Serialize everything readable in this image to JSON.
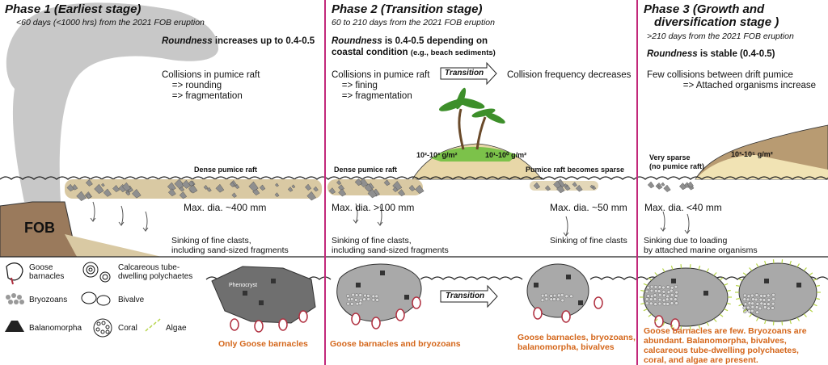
{
  "phase1": {
    "title": "Phase 1 (Earliest stage)",
    "subtitle": "<60 days (<1000 hrs) from the 2021 FOB eruption",
    "roundness_word": "Roundness",
    "roundness_rest": "increases up to 0.4-0.5",
    "collisions": "Collisions in pumice raft\n    => rounding\n    => fragmentation",
    "raft_label": "Dense pumice raft",
    "max_dia": "Max. dia. ~400 mm",
    "sinking": "Sinking of fine clasts,\nincluding sand-sized fragments",
    "volcano_label": "FOB",
    "phenocryst": "Phenocryst",
    "organisms": "Only Goose barnacles"
  },
  "phase2": {
    "title": "Phase 2 (Transition stage)",
    "subtitle": "60 to 210 days from the 2021 FOB eruption",
    "roundness_word": "Roundness",
    "roundness_rest": "is 0.4-0.5 depending on",
    "roundness_line2": "coastal condition",
    "roundness_line2_small": "(e.g., beach sediments)",
    "collisions": "Collisions in pumice raft\n    => fining\n    => fragmentation",
    "transition": "Transition",
    "collision_freq": "Collision frequency decreases",
    "density_left": "10²-10³ g/m²",
    "density_right": "10¹-10⁰ g/m²",
    "raft_label": "Dense pumice raft",
    "raft_sparse": "Pumice raft becomes sparse",
    "max_dia_left": "Max. dia. >100 mm",
    "max_dia_right": "Max. dia. ~50 mm",
    "sinking_left": "Sinking of fine clasts,\nincluding sand-sized fragments",
    "sinking_right": "Sinking of fine clasts",
    "transition_bottom": "Transition",
    "organisms_left": "Goose barnacles and bryozoans",
    "organisms_right": "Goose barnacles, bryozoans,\nbalanomorpha, bivalves"
  },
  "phase3": {
    "title_line1": "Phase 3 (Growth and",
    "title_line2": "diversification stage )",
    "subtitle": ">210 days from the 2021 FOB eruption",
    "roundness_word": "Roundness",
    "roundness_rest": "is stable (0.4-0.5)",
    "collisions": "Few collisions between drift pumice\n              => Attached organisms increase",
    "very_sparse": "Very sparse\n(no pumice raft)",
    "density": "10³-10⁵ g/m²",
    "max_dia": "Max. dia. <40 mm",
    "sinking": "Sinking due to loading\nby attached marine organisms",
    "organisms": "Goose barnacles are few. Bryozoans are\nabundant. Balanomorpha, bivalves,\ncalcareous tube-dwelling polychaetes,\ncoral, and algae are present."
  },
  "legend": {
    "goose": "Goose\nbarnacles",
    "calcareous": "Calcareous tube-\ndwelling polychaetes",
    "bryozoans": "Bryozoans",
    "bivalve": "Bivalve",
    "balanomorpha": "Balanomorpha",
    "coral": "Coral",
    "algae": "Algae"
  },
  "colors": {
    "divider": "#c2287a",
    "orange_text": "#d4661a",
    "pumice": "#d9c9a3",
    "volcano": "#9a7a5c",
    "plume": "#c8c8c8"
  }
}
